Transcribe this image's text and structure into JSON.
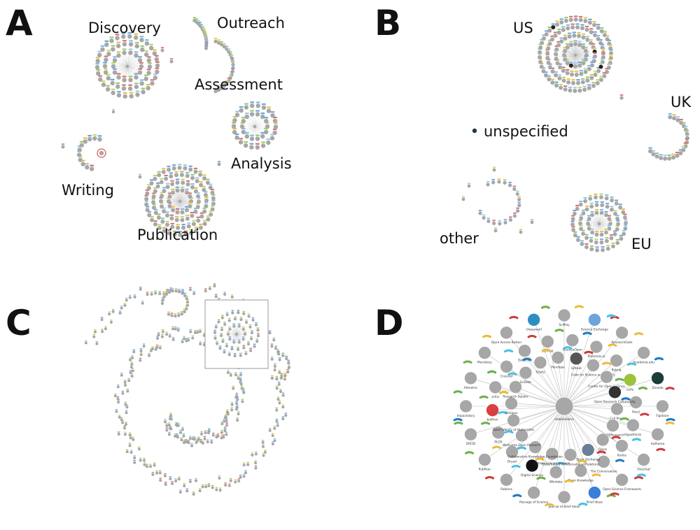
{
  "panels": [
    {
      "id": "A",
      "label": "A",
      "groups": [
        {
          "name": "Discovery",
          "layout": "ring",
          "ring_counts": [
            14,
            22,
            30
          ],
          "hub": true
        },
        {
          "name": "Outreach",
          "layout": "arc",
          "count": 14
        },
        {
          "name": "Assessment",
          "layout": "arc",
          "count": 20
        },
        {
          "name": "Analysis",
          "layout": "ring",
          "ring_counts": [
            14,
            22
          ],
          "hub": true
        },
        {
          "name": "Writing",
          "layout": "cluster",
          "count": 12
        },
        {
          "name": "Publication",
          "layout": "ring",
          "ring_counts": [
            14,
            22,
            30,
            38
          ],
          "hub": true
        }
      ]
    },
    {
      "id": "B",
      "label": "B",
      "groups": [
        {
          "name": "US",
          "layout": "ring",
          "ring_counts": [
            16,
            26,
            36,
            46
          ],
          "hub": true
        },
        {
          "name": "unspecified",
          "layout": "ring",
          "ring_counts": [
            14
          ],
          "hub": false
        },
        {
          "name": "UK",
          "layout": "arc",
          "count": 20
        },
        {
          "name": "other",
          "layout": "cluster",
          "count": 24
        },
        {
          "name": "EU",
          "layout": "ring",
          "ring_counts": [
            14,
            22,
            30
          ],
          "hub": true
        }
      ]
    },
    {
      "id": "C",
      "label": "C",
      "inset_box": true,
      "spiral_nodes": 300
    },
    {
      "id": "D",
      "label": "D",
      "hub_label": "stakeholders",
      "nodes": [
        "SciPlay",
        "Science Exchange",
        "ResearchGate",
        "Academia.edu",
        "Zenodo",
        "Figshare",
        "Authorea",
        "Overleaf",
        "Open Science Framework",
        "Brief Ideas",
        "Journal of Brief Ideas",
        "Peerage of Science",
        "Publons",
        "PubPeer",
        "ORCID",
        "Impactstory",
        "Altmetric",
        "Mendeley",
        "Open Access Button",
        "Unpaywall",
        "ScienceOpen",
        "Protocols.io",
        "Rubriq",
        "eLife",
        "PeerJ",
        "Hypothesis",
        "Kudos",
        "The Conversation",
        "Open Knowledge",
        "Wikidata",
        "Digital Science",
        "Dryad",
        "PLOS",
        "bioRxiv",
        "arXiv",
        "Crossref",
        "DataCite",
        "Sci-Hub",
        "GitHub",
        "Code for Science and Society",
        "Center for Open Science",
        "Open Research Community",
        "Cell Press",
        "F1000Research",
        "Qeios",
        "Stack Exchange",
        "Observatory of International Relations",
        "Citizen Science Alliance",
        "Collaborative Knowledge Foundation",
        "Wellcome Open Research",
        "Open Library of Humanities",
        "Octopus",
        "Research Square",
        "SciRate",
        "Sciety",
        "Penelope"
      ]
    }
  ]
}
